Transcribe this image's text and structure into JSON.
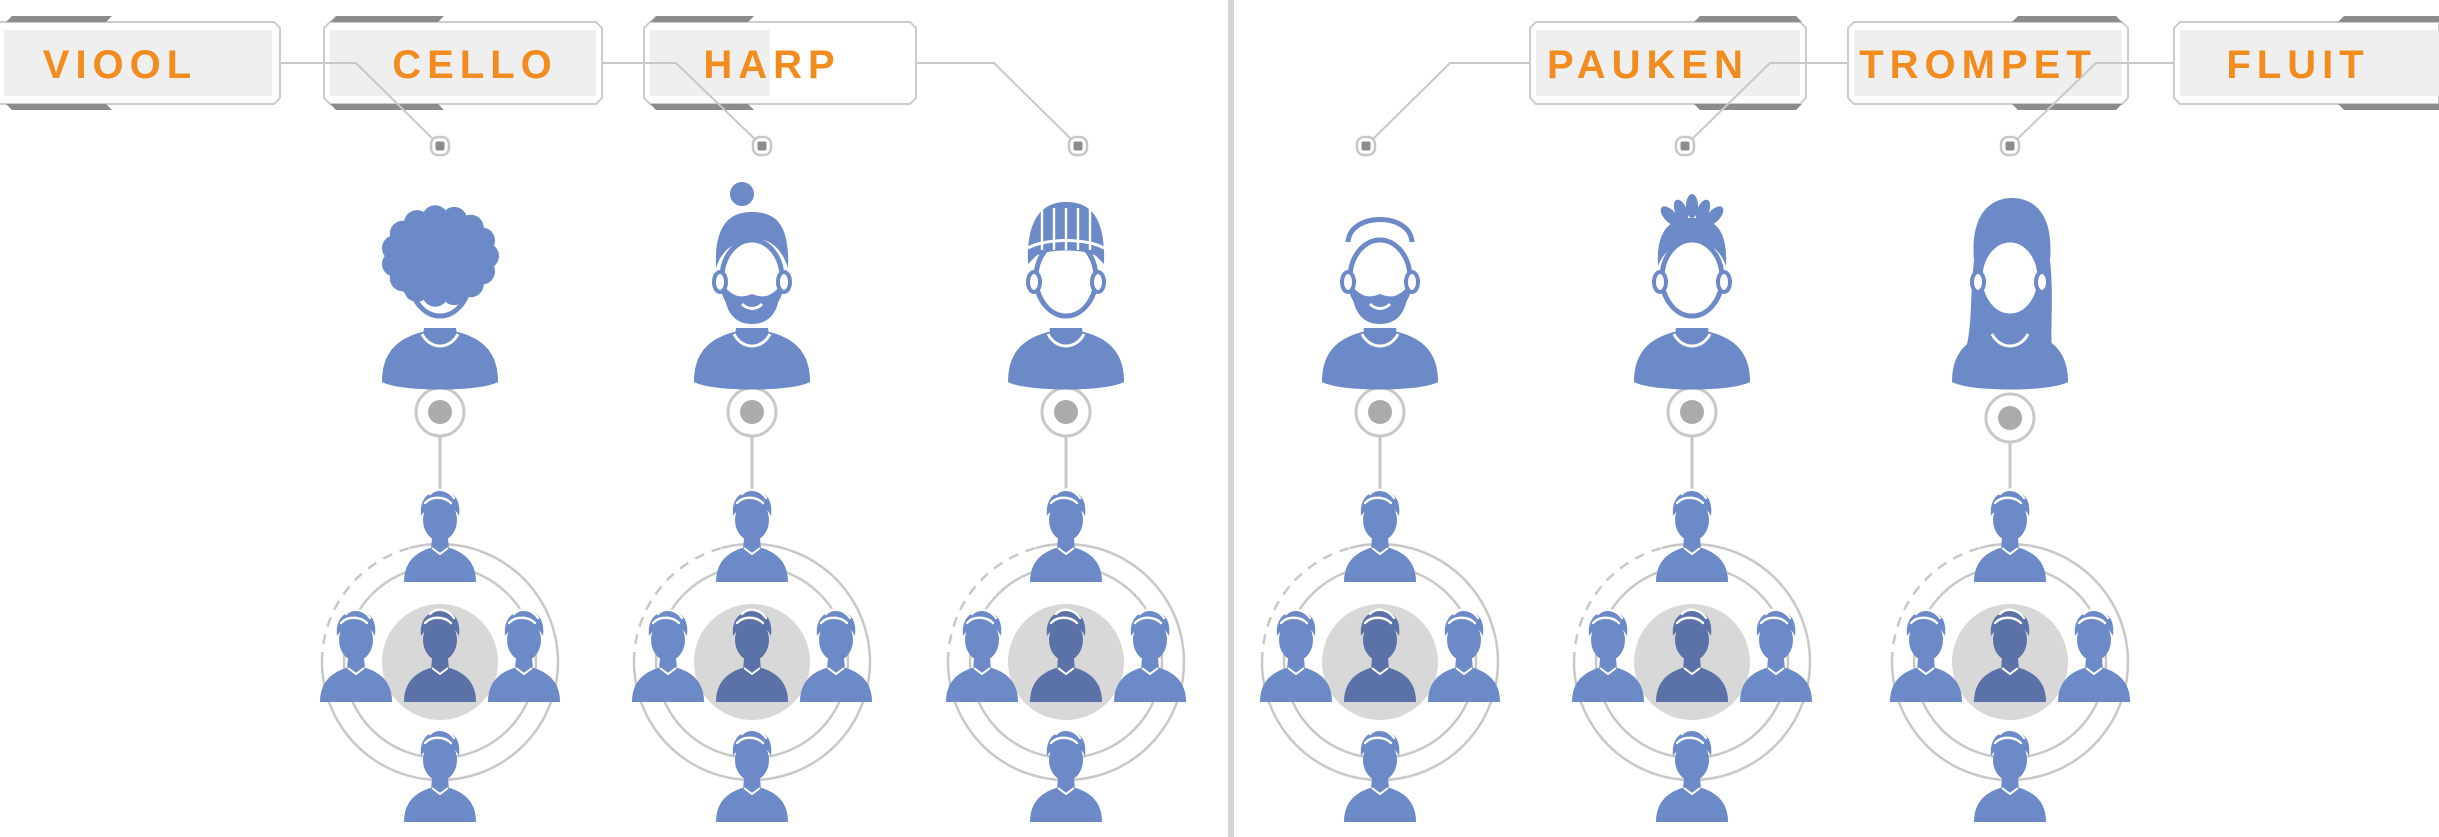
{
  "colors": {
    "accent": "#F28C1E",
    "figure": "#6C89C8",
    "figure_dark": "#5B72A8",
    "grey_bar": "#8C8C8C",
    "line": "#C8C8C8",
    "divider": "#D4D4D4",
    "label_bg": "#EFEFEF"
  },
  "instruments_left": [
    {
      "label": "VIOOL"
    },
    {
      "label": "CELLO"
    },
    {
      "label": "HARP"
    }
  ],
  "instruments_right": [
    {
      "label": "PAUKEN"
    },
    {
      "label": "TROMPET"
    },
    {
      "label": "FLUIT"
    }
  ],
  "musicians": [
    {
      "hair": "curly"
    },
    {
      "hair": "man-bun-beard"
    },
    {
      "hair": "beanie"
    },
    {
      "hair": "bald-beard"
    },
    {
      "hair": "spiky"
    },
    {
      "hair": "long-hair-woman"
    }
  ],
  "icons": {
    "musician": "musician-avatar-icon",
    "audience": "audience-person-icon",
    "node": "connector-node-icon"
  }
}
